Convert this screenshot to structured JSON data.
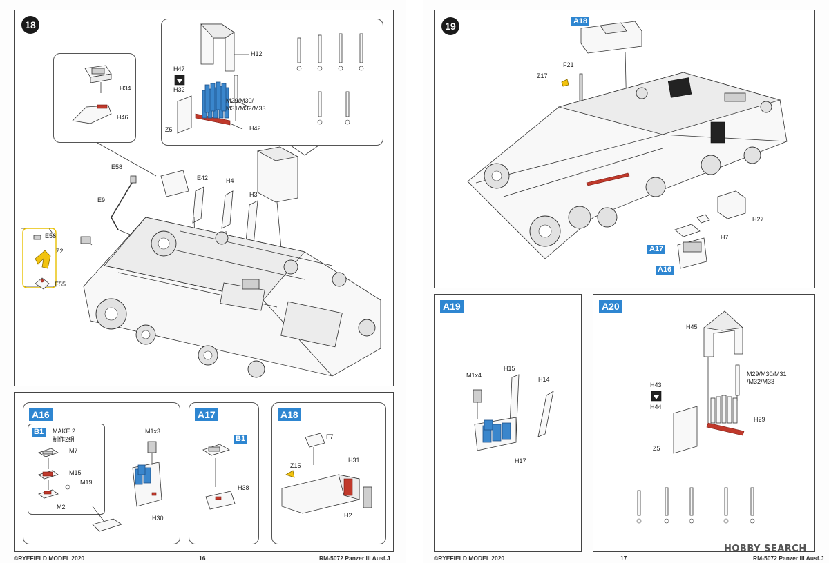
{
  "left_page": {
    "step18": {
      "number": "18",
      "labels": {
        "H34": "H34",
        "H46": "H46",
        "H12": "H12",
        "H47": "H47",
        "H32": "H32",
        "ammo": "M29/M30/\nM31/M32/M33",
        "Z5": "Z5",
        "H42": "H42",
        "E58": "E58",
        "E42": "E42",
        "H4": "H4",
        "H3": "H3",
        "E9": "E9",
        "E56": "E56",
        "Z2": "Z2",
        "E55": "E55"
      }
    },
    "a16": {
      "tag": "A16",
      "b1": "B1",
      "make": "MAKE 2",
      "make_cn": "制作2组",
      "labels": {
        "M7": "M7",
        "M15": "M15",
        "M19": "M19",
        "M2": "M2",
        "M1x3": "M1x3",
        "H30": "H30"
      }
    },
    "a17": {
      "tag": "A17",
      "b1": "B1",
      "labels": {
        "H38": "H38"
      }
    },
    "a18": {
      "tag": "A18",
      "labels": {
        "F7": "F7",
        "Z15": "Z15",
        "H31": "H31",
        "H2": "H2"
      }
    },
    "footer": {
      "copyright": "©RYEFIELD MODEL 2020",
      "page": "16",
      "model": "RM-5072 Panzer III Ausf.J"
    }
  },
  "right_page": {
    "step19": {
      "number": "19",
      "labels": {
        "A18": "A18",
        "F21": "F21",
        "Z17": "Z17",
        "H27": "H27",
        "H7": "H7",
        "A17": "A17",
        "A16": "A16"
      }
    },
    "a19": {
      "tag": "A19",
      "labels": {
        "M1x4": "M1x4",
        "H15": "H15",
        "H14": "H14",
        "H17": "H17"
      }
    },
    "a20": {
      "tag": "A20",
      "labels": {
        "H45": "H45",
        "ammo": "M29/M30/M31\n/M32/M33",
        "H43": "H43",
        "H44": "H44",
        "H29": "H29",
        "Z5": "Z5"
      }
    },
    "footer": {
      "copyright": "©RYEFIELD MODEL 2020",
      "page": "17",
      "model": "RM-5072 Panzer III Ausf.J"
    },
    "watermark": "HOBBY SEARCH"
  },
  "colors": {
    "accent_blue": "#2e86d1",
    "ammo_blue": "#3a86cc",
    "highlight_red": "#c0392b",
    "highlight_yellow": "#f2c30f"
  }
}
